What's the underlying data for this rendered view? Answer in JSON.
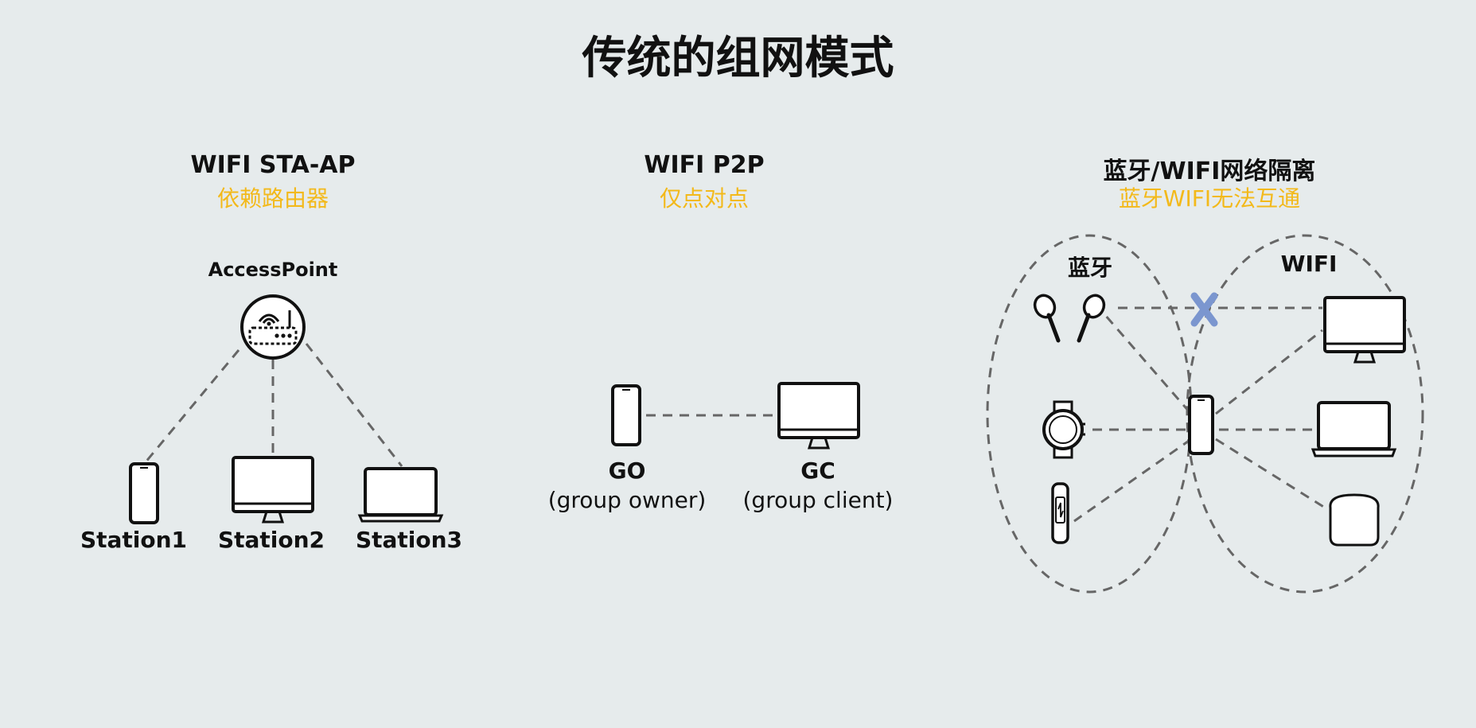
{
  "page_title": "传统的组网模式",
  "colors": {
    "background": "#e6ebec",
    "accent": "#f3b91a",
    "cross": "#7b96cf",
    "line": "#666666"
  },
  "sections": [
    {
      "id": "sta-ap",
      "title": "WIFI STA-AP",
      "subtitle": "依赖路由器",
      "ap_label": "AccessPoint",
      "stations": [
        "Station1",
        "Station2",
        "Station3"
      ]
    },
    {
      "id": "p2p",
      "title": "WIFI P2P",
      "subtitle": "仅点对点",
      "go_label": "GO",
      "go_desc": "(group owner)",
      "gc_label": "GC",
      "gc_desc": "(group client)"
    },
    {
      "id": "isolation",
      "title": "蓝牙/WIFI网络隔离",
      "subtitle": "蓝牙WIFI无法互通",
      "bt_label": "蓝牙",
      "wifi_label": "WIFI"
    }
  ],
  "icons": {
    "router": "router-icon",
    "phone": "phone-icon",
    "monitor": "monitor-icon",
    "laptop": "laptop-icon",
    "earbuds": "earbuds-icon",
    "watch": "watch-icon",
    "band": "band-icon",
    "speaker": "speaker-icon",
    "cross": "cross-icon"
  }
}
